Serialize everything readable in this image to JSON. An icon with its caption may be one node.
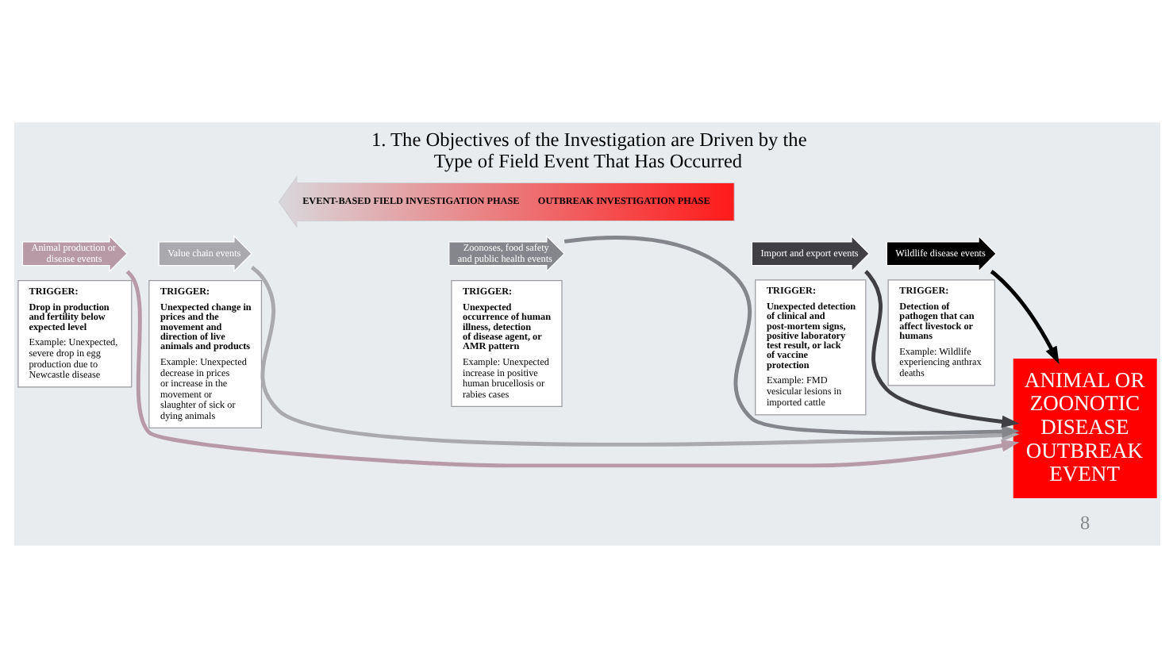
{
  "diagram": {
    "title": "1. The Objectives of the Investigation are Driven by the Type of Field Event That Has Occurred",
    "nodes": [
      {
        "text": [
          "EVENT-BASED FIELD INVESTIGATION PHASE",
          "OUTBREAK INVESTIGATION PHASE"
        ]
      },
      {
        "text": [
          "Animal production or disease events"
        ]
      },
      {
        "text": [
          "TRIGGER:",
          "Drop in production and fertility below expected level",
          "Example: Unexpected, severe drop in egg production due to Newcastle disease"
        ]
      },
      {
        "text": [
          "Value chain events"
        ]
      },
      {
        "text": [
          "TRIGGER:",
          "Unexpected change in prices and the movement and direction of live animals and products",
          "Example: Unexpected decrease in prices or increase in the movement or slaughter of sick or dying animals"
        ]
      },
      {
        "text": [
          "Zoonoses, food safety and public health events"
        ]
      },
      {
        "text": [
          "TRIGGER:",
          "Unexpected occurrence of human illness, detection of disease agent, or AMR pattern",
          "Example: Unexpected increase in positive human brucellosis or rabies cases"
        ]
      },
      {
        "text": [
          "Import and export events"
        ]
      },
      {
        "text": [
          "TRIGGER:",
          "Unexpected detection of clinical and post-mortem signs, positive laboratory test result, or lack of vaccine protection",
          "Example: FMD vesicular lesions in imported cattle"
        ]
      },
      {
        "text": [
          "Wildlife disease events"
        ]
      },
      {
        "text": [
          "TRIGGER:",
          "Detection of pathogen that can affect livestock or humans",
          "Example: Wildlife experiencing anthrax deaths"
        ]
      },
      {
        "text": [
          "ANIMAL OR ZOONOTIC DISEASE OUTBREAK EVENT"
        ]
      }
    ],
    "edges": [
      {
        "from": 1,
        "to": 11,
        "arrow": "to",
        "color": "#b89aa6"
      },
      {
        "from": 3,
        "to": 11,
        "arrow": "to",
        "color": "#a9a9ae"
      },
      {
        "from": 5,
        "to": 11,
        "arrow": "to",
        "color": "#85858c"
      },
      {
        "from": 7,
        "to": 11,
        "arrow": "to",
        "color": "#3f3f44"
      },
      {
        "from": 9,
        "to": 11,
        "arrow": "to",
        "color": "#000000"
      }
    ],
    "labels": [
      "8"
    ]
  }
}
